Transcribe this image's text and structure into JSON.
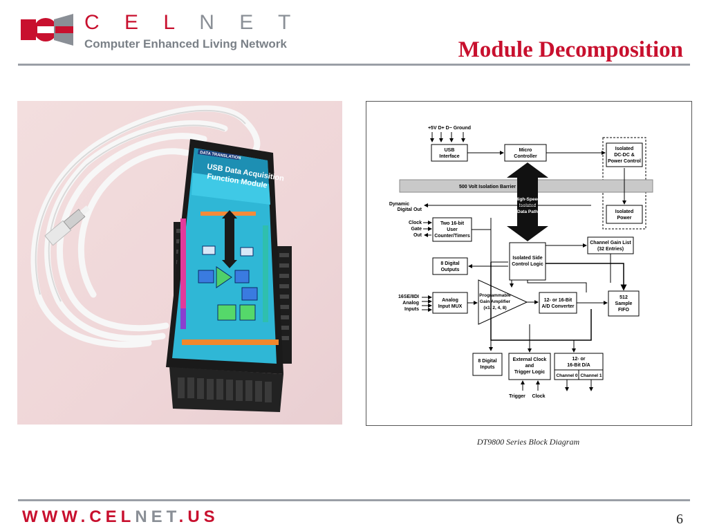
{
  "header": {
    "brand_part1": "C E L",
    "brand_part2": " N E T",
    "tagline": "Computer Enhanced Living Network",
    "title": "Module Decomposition"
  },
  "photo": {
    "module_brand": "DATA TRANSLATION",
    "module_title_line1": "USB Data Acquisition",
    "module_title_line2": "Function Module"
  },
  "diagram": {
    "caption": "DT9800 Series Block Diagram",
    "usb_pins": "+5V  D+  D−  Ground",
    "usb_interface": [
      "USB",
      "Interface"
    ],
    "micro_controller": [
      "Micro",
      "Controller"
    ],
    "isolated_dcdc": [
      "Isolated",
      "DC-DC &",
      "Power Control"
    ],
    "isolation_barrier": "500 Volt Isolation Barrier",
    "data_path": [
      "High-Speed",
      "Isolated",
      "Data Path"
    ],
    "dynamic_digital_out": [
      "Dynamic",
      "Digital Out"
    ],
    "isolated_power": [
      "Isolated",
      "Power"
    ],
    "clock_gate_out": [
      "Clock",
      "Gate",
      "Out"
    ],
    "counter_timers": [
      "Two 16-bit",
      "User",
      "Counter/Timers"
    ],
    "channel_gain_list": [
      "Channel Gain List",
      "(32 Entries)"
    ],
    "digital_outputs": [
      "8 Digital",
      "Outputs"
    ],
    "control_logic": [
      "Isolated Side",
      "Control Logic"
    ],
    "analog_inputs": [
      "16SE/8DI",
      "Analog",
      "Inputs"
    ],
    "analog_mux": [
      "Analog",
      "Input MUX"
    ],
    "amplifier": [
      "Programmable",
      "Gain Amplifier",
      "(x1, 2, 4, 8)"
    ],
    "ad_converter": [
      "12- or 16-Bit",
      "A/D Converter"
    ],
    "fifo": [
      "512",
      "Sample",
      "FIFO"
    ],
    "digital_inputs": [
      "8 Digital",
      "Inputs"
    ],
    "clock_trigger": [
      "External Clock",
      "and",
      "Trigger Logic"
    ],
    "da_converter": [
      "12- or",
      "16-Bit D/A"
    ],
    "channel0": "Channel 0",
    "channel1": "Channel 1",
    "trigger": "Trigger",
    "clock": "Clock"
  },
  "footer": {
    "url_part1": "WWW.CEL",
    "url_part2": "NET",
    "url_part3": ".US",
    "page_number": "6"
  }
}
